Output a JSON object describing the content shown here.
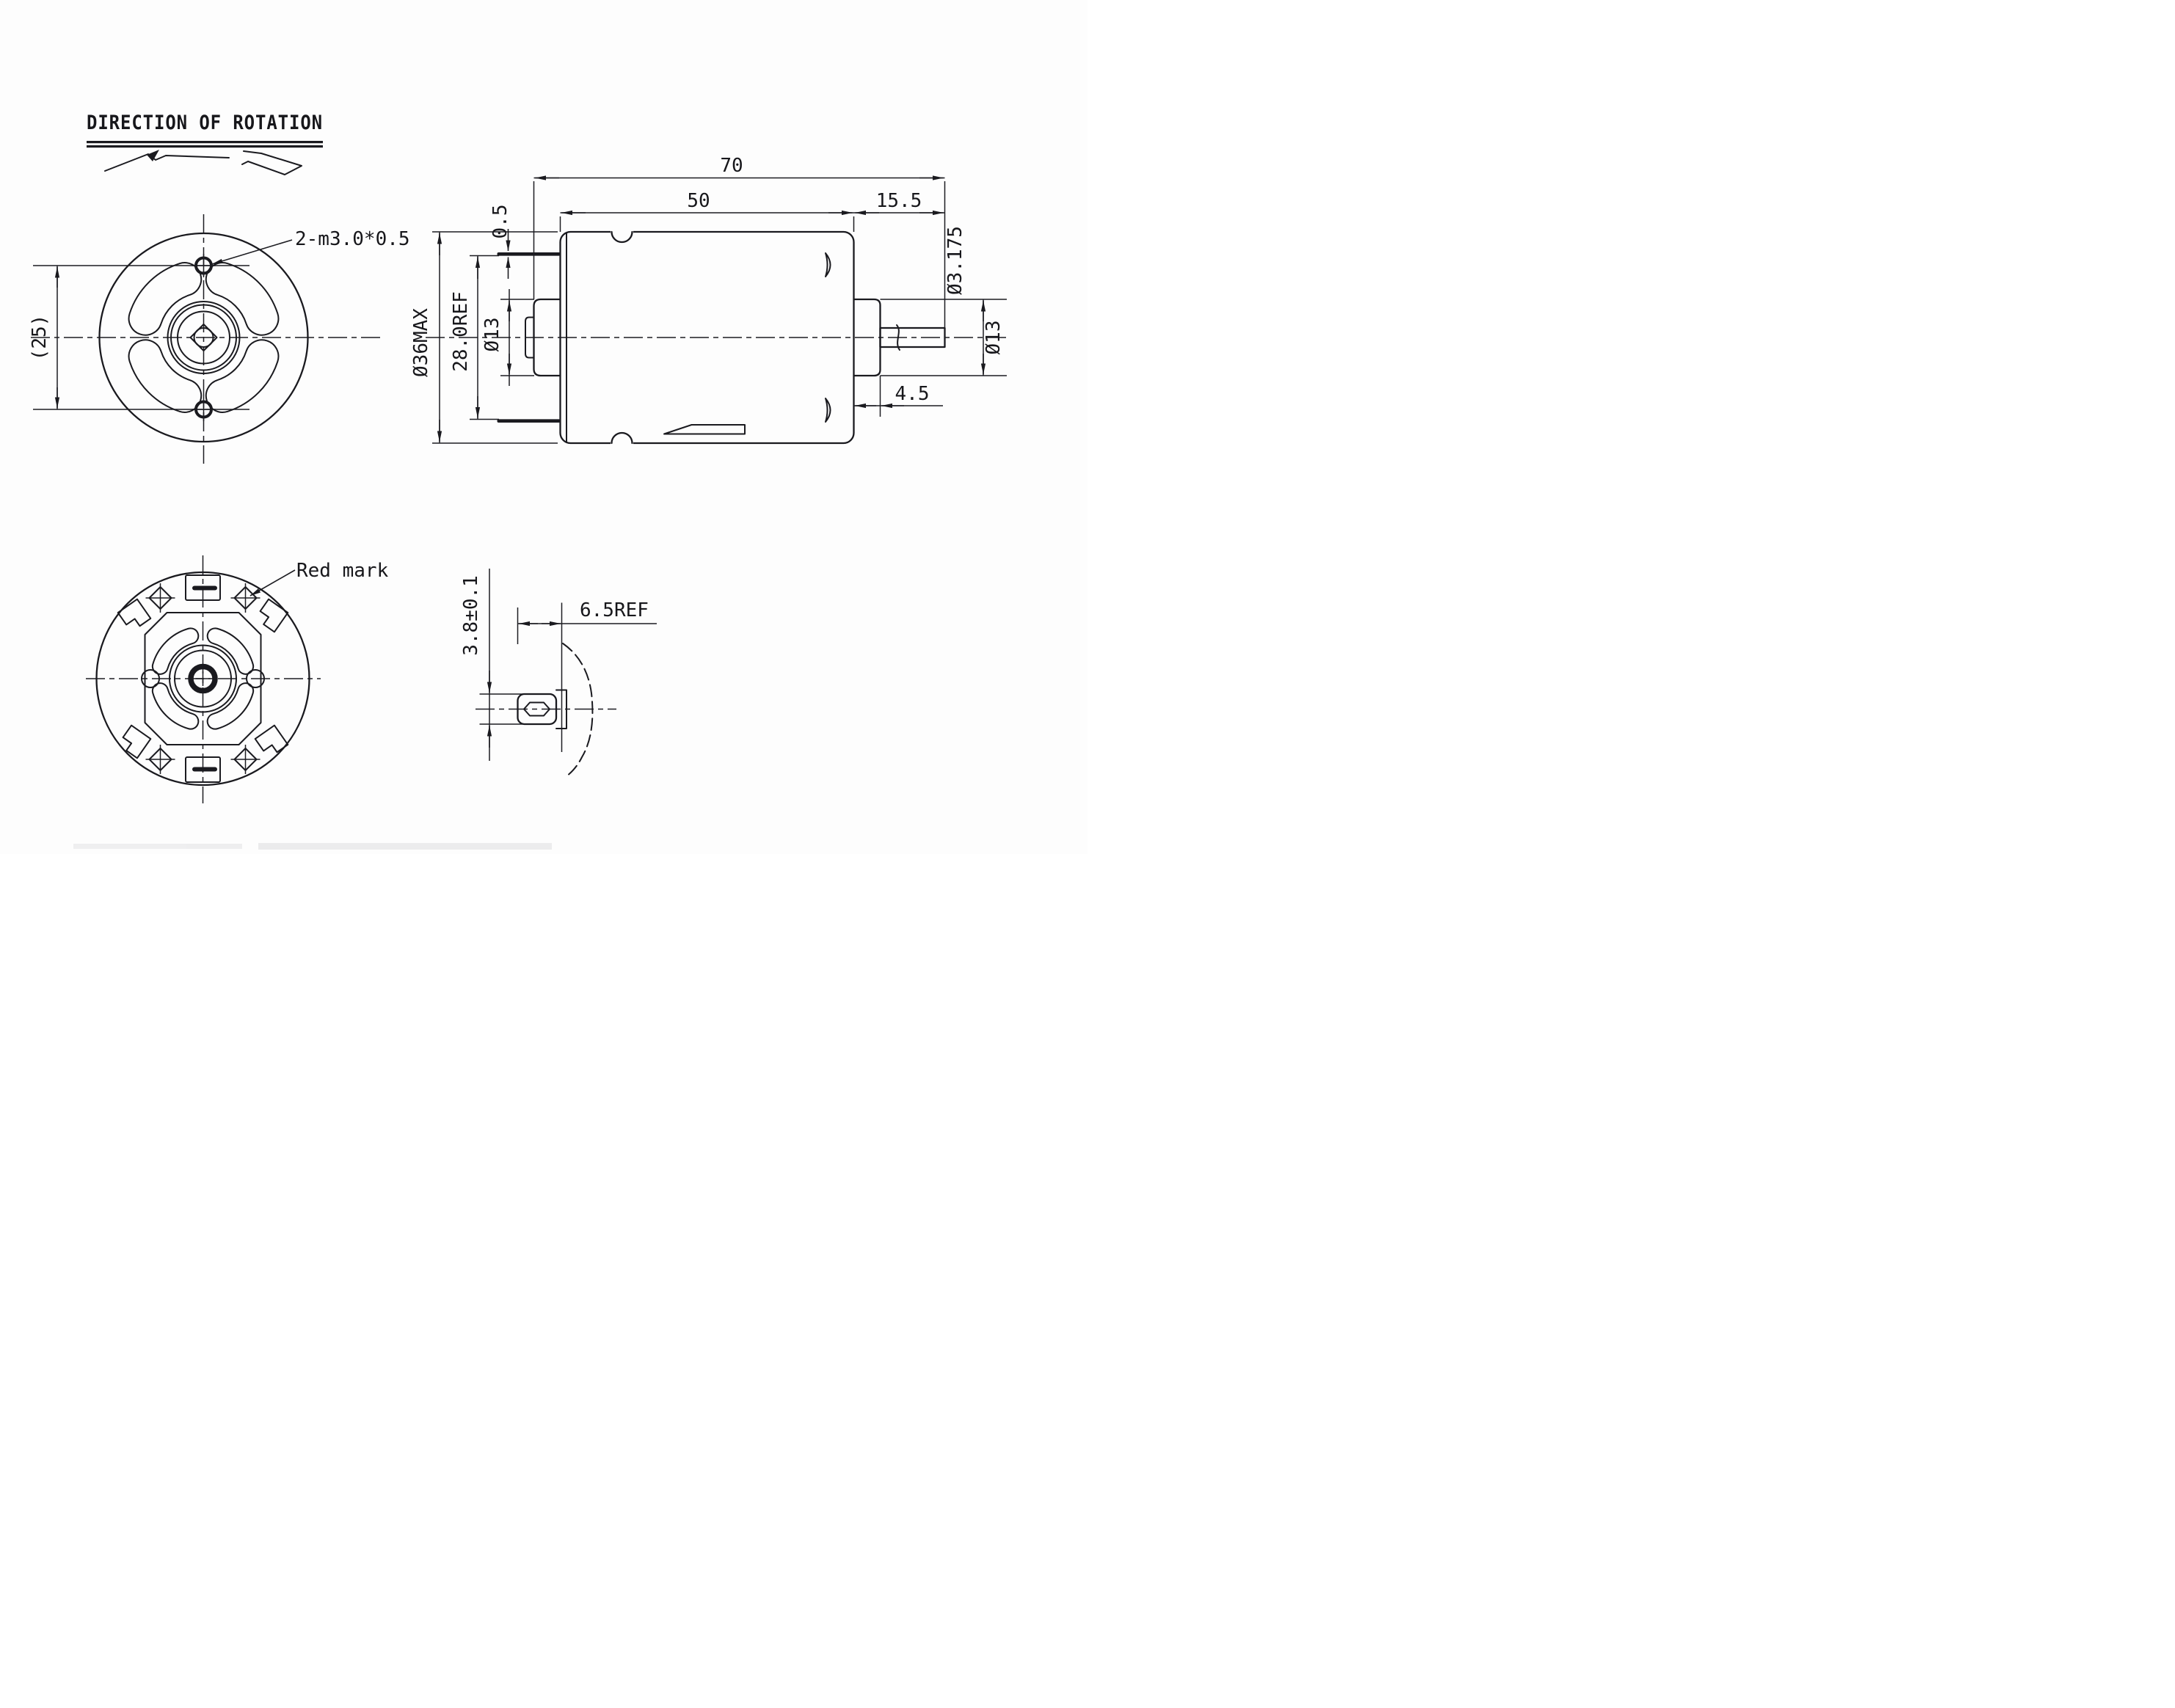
{
  "title": {
    "text": "DIRECTION OF ROTATION"
  },
  "front_view": {
    "screw_label": "2-m3.0*0.5",
    "hole_spacing": "(25)"
  },
  "side_view": {
    "overall_length": "70",
    "body_length": "50",
    "shaft_extension": "15.5",
    "terminal_thickness": "0.5",
    "body_diameter": "Ø36MAX",
    "terminal_span": "28.0REF",
    "front_boss_diameter": "Ø13",
    "shaft_diameter": "Ø3.175",
    "rear_boss_diameter": "Ø13",
    "rear_boss_length": "4.5"
  },
  "rear_view": {
    "red_mark_label": "Red mark"
  },
  "shaft_detail": {
    "flat_width": "3.8±0.1",
    "flat_length": "6.5REF"
  },
  "colors": {
    "ink": "#1a1a1f",
    "background": "#fdfdfd"
  }
}
